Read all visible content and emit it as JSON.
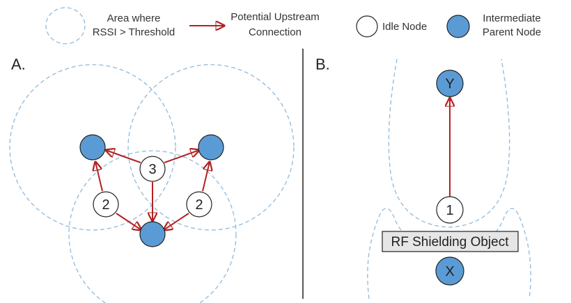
{
  "legend": {
    "area_line1": "Area where",
    "area_line2": "RSSI > Threshold",
    "conn_line1": "Potential Upstream",
    "conn_line2": "Connection",
    "idle": "Idle Node",
    "parent_line1": "Intermediate",
    "parent_line2": "Parent Node"
  },
  "panelA": {
    "label": "A.",
    "nodes": {
      "idle_top": "3",
      "idle_left": "2",
      "idle_right": "2"
    }
  },
  "panelB": {
    "label": "B.",
    "nodes": {
      "parent_top": "Y",
      "idle": "1",
      "parent_bottom": "X"
    },
    "shield_label": "RF Shielding Object"
  },
  "colors": {
    "parent_fill": "#5b9bd5",
    "arrow": "#b22222",
    "range_dash": "#8fb9dc",
    "shield_fill": "#e6e6e6"
  }
}
